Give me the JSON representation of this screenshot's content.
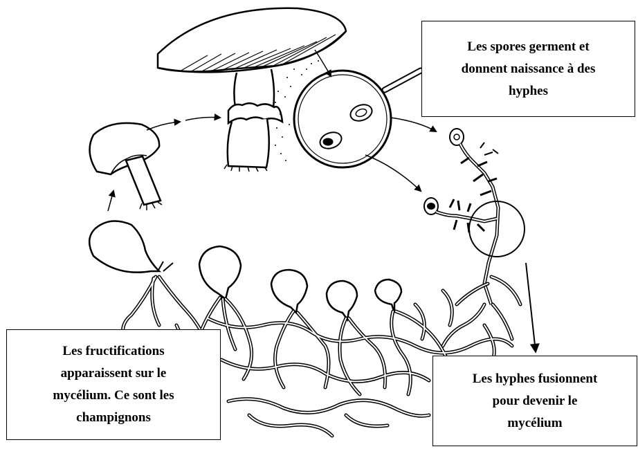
{
  "captions": {
    "spores": {
      "lines": [
        "Les spores germent et",
        "donnent  naissance à des",
        "hyphes"
      ]
    },
    "fructifications": {
      "lines": [
        "Les fructifications",
        "apparaissent  sur le",
        "mycélium.  Ce sont les",
        "champignons"
      ]
    },
    "hyphes": {
      "lines": [
        "Les hyphes fusionnent",
        "pour  devenir le",
        "mycélium"
      ]
    }
  },
  "stages": [
    "button-mushroom",
    "mature-mushroom",
    "spore-magnifier",
    "germinating-spores",
    "hyphae-network",
    "primordia"
  ],
  "colors": {
    "ink": "#000000",
    "paper": "#ffffff"
  }
}
